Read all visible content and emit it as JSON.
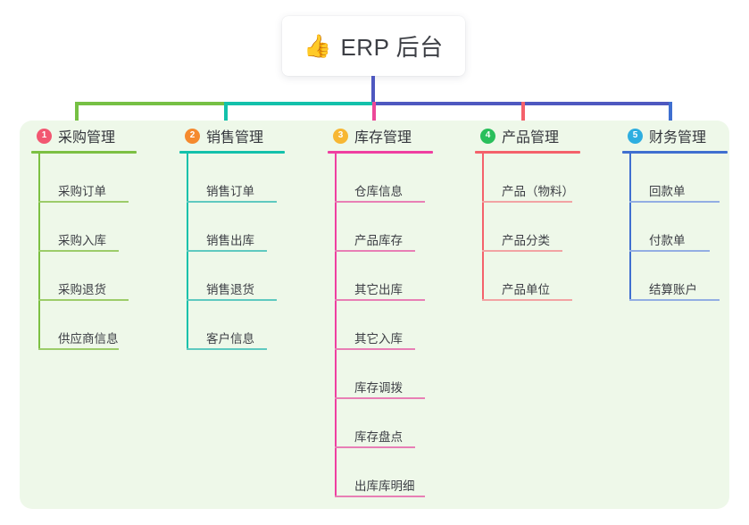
{
  "root": {
    "emoji": "👍",
    "emoji_name": "thumbs-up-icon",
    "title": "ERP 后台"
  },
  "colors": {
    "panel_background": "#eef8e9",
    "root_connector": "#4e58c0",
    "bar_segment_1": "#76c044",
    "bar_segment_2": "#13c1ab",
    "bar_segment_3": "#4e58c0"
  },
  "columns": [
    {
      "number": "1",
      "title": "采购管理",
      "badge_color": "#f25771",
      "accent_color": "#7cc043",
      "line_color": "#9ccc6a",
      "items": [
        "采购订单",
        "采购入库",
        "采购退货",
        "供应商信息"
      ]
    },
    {
      "number": "2",
      "title": "销售管理",
      "badge_color": "#f58a2e",
      "accent_color": "#13c1ab",
      "line_color": "#5fc9c0",
      "items": [
        "销售订单",
        "销售出库",
        "销售退货",
        "客户信息"
      ]
    },
    {
      "number": "3",
      "title": "库存管理",
      "badge_color": "#f7b733",
      "accent_color": "#ef3fa1",
      "line_color": "#e87fb5",
      "items": [
        "仓库信息",
        "产品库存",
        "其它出库",
        "其它入库",
        "库存调拨",
        "库存盘点",
        "出库库明细"
      ]
    },
    {
      "number": "4",
      "title": "产品管理",
      "badge_color": "#29bf5b",
      "accent_color": "#f4616b",
      "line_color": "#f2a3a3",
      "items": [
        "产品（物料）",
        "产品分类",
        "产品单位"
      ]
    },
    {
      "number": "5",
      "title": "财务管理",
      "badge_color": "#2eaee0",
      "accent_color": "#3f6fd0",
      "line_color": "#93aee3",
      "items": [
        "回款单",
        "付款单",
        "结算账户"
      ]
    }
  ]
}
